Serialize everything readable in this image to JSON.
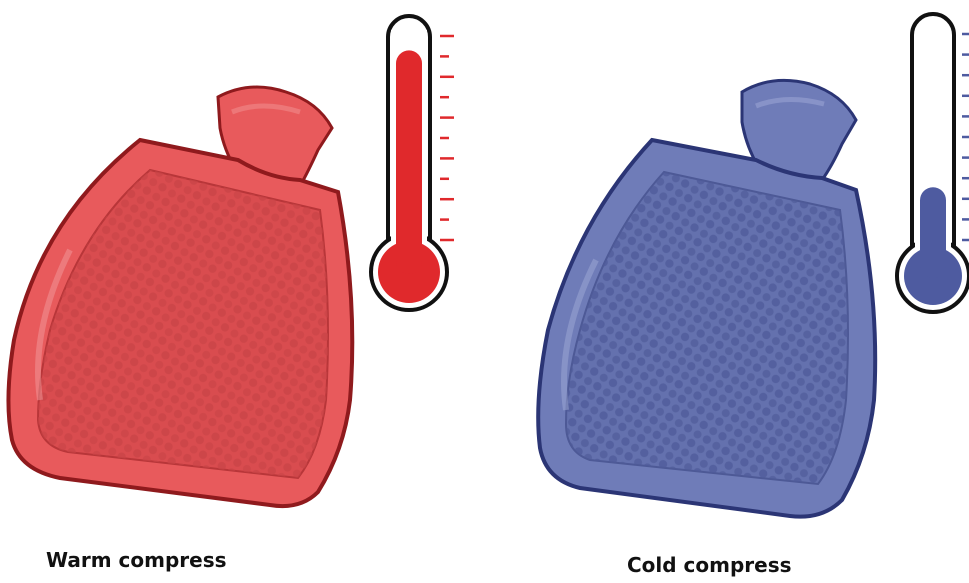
{
  "panels": [
    {
      "id": "warm",
      "caption": "Warm compress",
      "fill_color": "#e85a5c",
      "outline_color": "#8f1a1d",
      "thermometer_color": "#e0292c",
      "thermometer_level": 0.9
    },
    {
      "id": "cold",
      "caption": "Cold compress",
      "fill_color": "#6f7cb8",
      "outline_color": "#2b3575",
      "thermometer_color": "#4e5ba0",
      "thermometer_level": 0.35
    }
  ],
  "icons": [
    "hot-water-bottle-icon",
    "thermometer-icon"
  ]
}
